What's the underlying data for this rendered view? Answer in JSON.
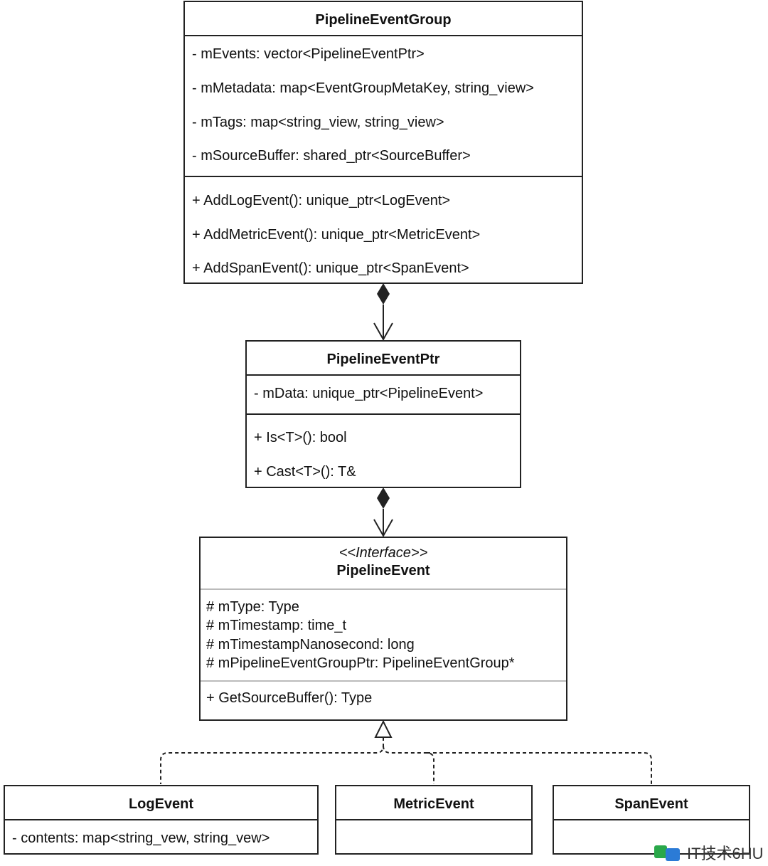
{
  "pipeline_event_group": {
    "title": "PipelineEventGroup",
    "attributes": [
      "- mEvents: vector<PipelineEventPtr>",
      "- mMetadata: map<EventGroupMetaKey, string_view>",
      "- mTags: map<string_view, string_view>",
      "- mSourceBuffer: shared_ptr<SourceBuffer>"
    ],
    "methods": [
      "+ AddLogEvent(): unique_ptr<LogEvent>",
      "+ AddMetricEvent(): unique_ptr<MetricEvent>",
      "+ AddSpanEvent(): unique_ptr<SpanEvent>"
    ]
  },
  "pipeline_event_ptr": {
    "title": "PipelineEventPtr",
    "attributes": [
      "- mData: unique_ptr<PipelineEvent>"
    ],
    "methods": [
      "+ Is<T>(): bool",
      "+ Cast<T>(): T&"
    ]
  },
  "pipeline_event": {
    "stereotype": "<<Interface>>",
    "title": "PipelineEvent",
    "attributes": [
      "# mType: Type",
      "# mTimestamp: time_t",
      "# mTimestampNanosecond: long",
      "# mPipelineEventGroupPtr: PipelineEventGroup*"
    ],
    "methods": [
      "+ GetSourceBuffer(): Type"
    ]
  },
  "log_event": {
    "title": "LogEvent",
    "attributes": [
      "- contents: map<string_vew, string_vew>"
    ]
  },
  "metric_event": {
    "title": "MetricEvent"
  },
  "span_event": {
    "title": "SpanEvent"
  },
  "watermark": {
    "text": "IT技术6HU"
  },
  "colors": {
    "stroke": "#222222",
    "light_separator": "#bbbbbb",
    "watermark_green": "#2aa84a",
    "watermark_blue": "#2b7bd6"
  }
}
